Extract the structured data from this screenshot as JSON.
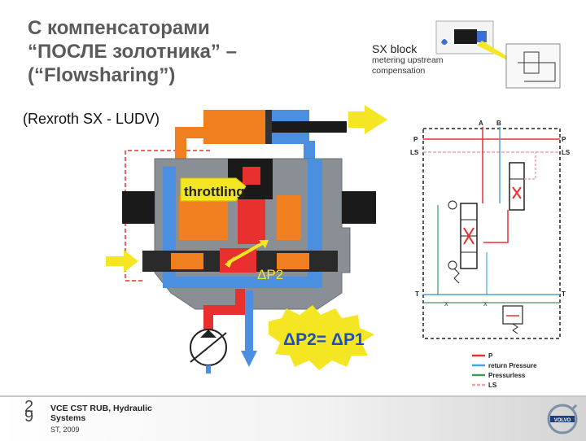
{
  "title": {
    "line1": "С компенсаторами",
    "line2": "“ПОСЛЕ золотника” –",
    "line3": "(“Flowsharing”)"
  },
  "subtitle": "(Rexroth SX - LUDV)",
  "inset": {
    "title": "SX block",
    "line1": "metering upstream",
    "line2": "compensation"
  },
  "main_diagram": {
    "throttling_label": "throttling",
    "dp2_label": "ΔP2",
    "equation": "ΔP2= ΔP1"
  },
  "schematic": {
    "port_a": "A",
    "port_b": "B",
    "p_left": "P",
    "ls_left": "LS",
    "p_right": "P",
    "ls_right": "LS",
    "t_left": "T",
    "t_right": "T",
    "x1": "X",
    "x2": "X",
    "legend": [
      {
        "label": "P",
        "color": "#e8312f"
      },
      {
        "label": "return Pressure",
        "color": "#4aa3df"
      },
      {
        "label": "Pressurless",
        "color": "#3c9a5a"
      },
      {
        "label": "LS",
        "color": "#f2a0a0"
      }
    ]
  },
  "footer": {
    "slide_number": "2\n9",
    "org_line1": "VCE CST RUB, Hydraulic",
    "org_line2": "Systems",
    "date": "ST, 2009"
  },
  "logo": {
    "text": "VOLVO"
  },
  "colors": {
    "pressure": "#e8312f",
    "return": "#4a8fe0",
    "ls": "#f07f1f",
    "body": "#8a8f95",
    "arrow": "#f5e623",
    "title": "#5a5a5a"
  }
}
